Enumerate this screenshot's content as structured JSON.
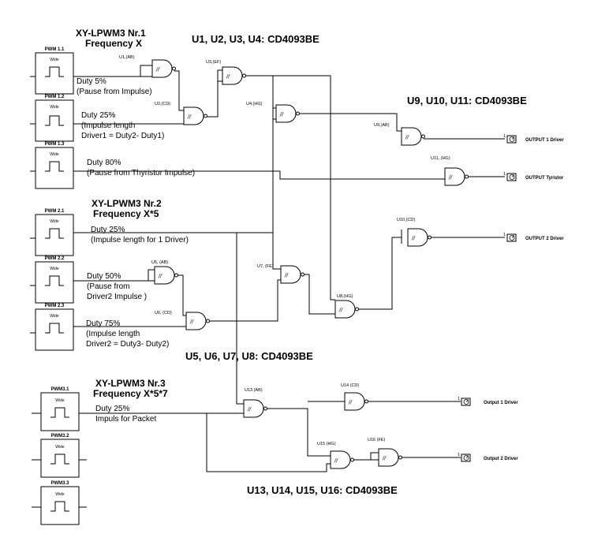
{
  "headers": {
    "nr1_title": "XY-LPWM3 Nr.1",
    "nr1_freq": "Frequency X",
    "u1_4": "U1, U2, U3, U4: CD4093BE",
    "u9_11": "U9, U10, U11: CD4093BE",
    "nr2_title": "XY-LPWM3 Nr.2",
    "nr2_freq": "Frequency X*5",
    "u5_8": "U5, U6, U7, U8: CD4093BE",
    "nr3_title": "XY-LPWM3 Nr.3",
    "nr3_freq": "Frequency X*5*7",
    "u13_16": "U13, U14, U15, U16: CD4093BE"
  },
  "pwm_blocks": [
    {
      "label": "PWM 1.1",
      "wide": "Wide"
    },
    {
      "label": "PWM 1.2",
      "wide": "Wide"
    },
    {
      "label": "PWM 1.3",
      "wide": "Wide"
    },
    {
      "label": "PWM 2.1",
      "wide": "Wide"
    },
    {
      "label": "PWM 2.2",
      "wide": "Wide"
    },
    {
      "label": "PWM 2.3",
      "wide": "Wide"
    },
    {
      "label": "PWM3.1",
      "wide": "Wide"
    },
    {
      "label": "PWM3.2",
      "wide": "Wide"
    },
    {
      "label": "PWM3.3",
      "wide": "Wide"
    }
  ],
  "notes": {
    "n11a": "Duty 5%",
    "n11b": "(Pause from Impulse)",
    "n12a": "Duty 25%",
    "n12b": "(Impulse length",
    "n12c": "Driver1  = Duty2- Duty1)",
    "n13a": "Duty 80%",
    "n13b": "(Pause from Thyristor Impulse)",
    "n21a": "Duty 25%",
    "n21b": "(Impulse length for 1 Driver)",
    "n22a": "Duty 50%",
    "n22b": "(Pause from",
    "n22c": "Driver2 Impulse )",
    "n23a": "Duty 75%",
    "n23b": "(Impulse length",
    "n23c": "Driver2 = Duty3- Duty2)",
    "n31a": "Duty 25%",
    "n31b": "Impuls for Packet"
  },
  "gates": {
    "u1": "U1,(AB)",
    "u2": "U2,(CD)",
    "u3": "U3,(EF)",
    "u4": "U4,(HG)",
    "u5": "U5, (AB)",
    "u6": "U6, (CD)",
    "u7": "U7, (FE)",
    "u8": "U8,(HG)",
    "u9": "U9,(AB)",
    "u10": "U10,(CD)",
    "u11": "U11, (HG)",
    "u13": "U13 (AB)",
    "u14": "U14 (CD)",
    "u15": "U15 (HG)",
    "u16": "U16 (FE)"
  },
  "outputs": {
    "o1": "OUTPUT 1 Driver",
    "o2": "OUTPUT Tyristor",
    "o3": "OUTPUT 2 Driver",
    "o4": "Output 1 Driver",
    "o5": "Output 2 Driver",
    "pin": "1"
  }
}
